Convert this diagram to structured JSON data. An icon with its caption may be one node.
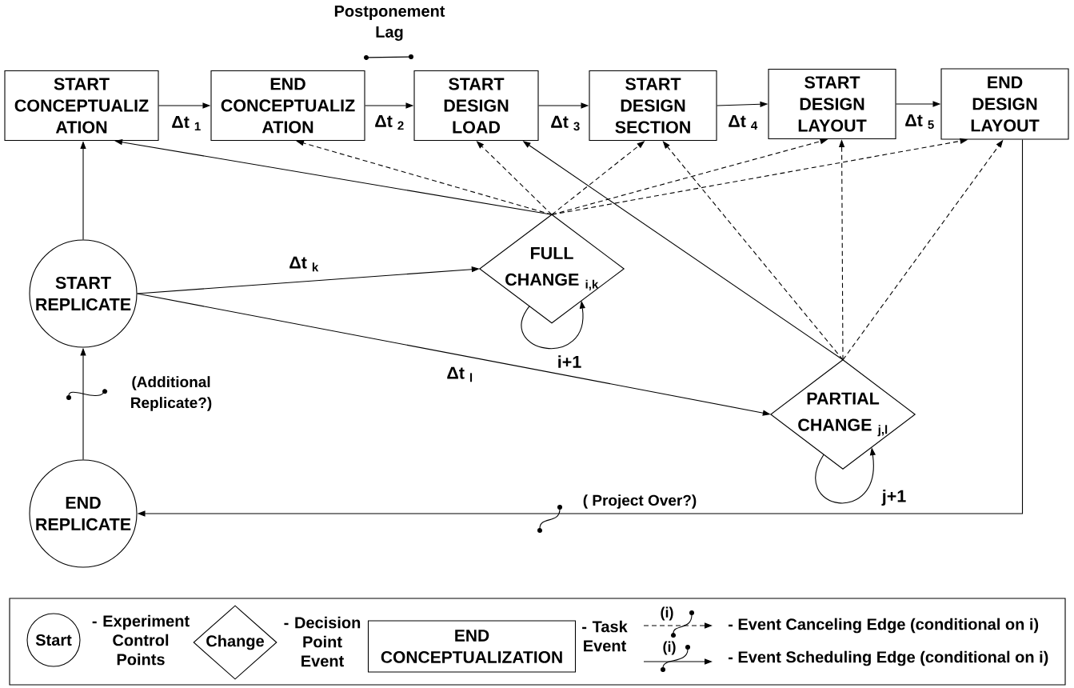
{
  "diagram": {
    "nodes": [
      {
        "text": [
          "START CONCEPTUALIZ ATION"
        ]
      },
      {
        "text": [
          "END CONCEPTUALIZ ATION"
        ]
      },
      {
        "text": [
          "START DESIGN LOAD"
        ]
      },
      {
        "text": [
          "START DESIGN SECTION"
        ]
      },
      {
        "text": [
          "START DESIGN LAYOUT"
        ]
      },
      {
        "text": [
          "END DESIGN LAYOUT"
        ]
      },
      {
        "text": [
          "START REPLICATE"
        ]
      },
      {
        "text": [
          "FULL CHANGE $_{i,k}$"
        ]
      },
      {
        "text": [
          "PARTIAL CHANGE $_{j,l}$"
        ]
      },
      {
        "text": [
          "END REPLICATE"
        ]
      }
    ],
    "edges": [
      {
        "from": 0,
        "to": 1,
        "arrow": "to",
        "label": "Δt $_{1}$"
      },
      {
        "from": 1,
        "to": 2,
        "arrow": "to",
        "label": "Δt $_{2}$"
      },
      {
        "from": 2,
        "to": 3,
        "arrow": "to",
        "label": "Δt $_{3}$"
      },
      {
        "from": 3,
        "to": 4,
        "arrow": "to",
        "label": "Δt $_{4}$"
      },
      {
        "from": 4,
        "to": 5,
        "arrow": "to",
        "label": "Δt $_{5}$"
      },
      {
        "from": 6,
        "to": 0,
        "arrow": "to"
      },
      {
        "from": 6,
        "to": 7,
        "arrow": "to",
        "label": "Δt $_{k}$"
      },
      {
        "from": 6,
        "to": 8,
        "arrow": "to",
        "label": "Δt $_{l}$"
      },
      {
        "from": 7,
        "to": 0,
        "arrow": "to"
      },
      {
        "from": 7,
        "to": 1,
        "arrow": "to",
        "style": "dashed"
      },
      {
        "from": 7,
        "to": 2,
        "arrow": "to",
        "style": "dashed"
      },
      {
        "from": 7,
        "to": 3,
        "arrow": "to",
        "style": "dashed"
      },
      {
        "from": 7,
        "to": 4,
        "arrow": "to",
        "style": "dashed"
      },
      {
        "from": 7,
        "to": 5,
        "arrow": "to",
        "style": "dashed"
      },
      {
        "from": 8,
        "to": 2,
        "arrow": "to"
      },
      {
        "from": 8,
        "to": 3,
        "arrow": "to",
        "style": "dashed"
      },
      {
        "from": 8,
        "to": 4,
        "arrow": "to",
        "style": "dashed"
      },
      {
        "from": 8,
        "to": 5,
        "arrow": "to",
        "style": "dashed"
      },
      {
        "from": 7,
        "to": 7,
        "arrow": "to",
        "label": "i+1"
      },
      {
        "from": 8,
        "to": 8,
        "arrow": "to",
        "label": "j+1"
      },
      {
        "from": 5,
        "to": 9,
        "arrow": "to",
        "label": "( Project Over?)"
      },
      {
        "from": 9,
        "to": 6,
        "arrow": "to",
        "label": "(Additional Replicate?)"
      }
    ],
    "labels": [
      "Postponement Lag",
      "Start",
      "Change",
      "END CONCEPTUALIZATION",
      "(i)",
      "(i)"
    ],
    "legend": [
      {
        "text": "- Experiment Control Points"
      },
      {
        "text": "- Decision Point Event"
      },
      {
        "text": "- Task Event"
      },
      {
        "text": "- Event Canceling Edge (conditional on i)"
      },
      {
        "text": "- Event Scheduling Edge (conditional on i)"
      }
    ]
  }
}
